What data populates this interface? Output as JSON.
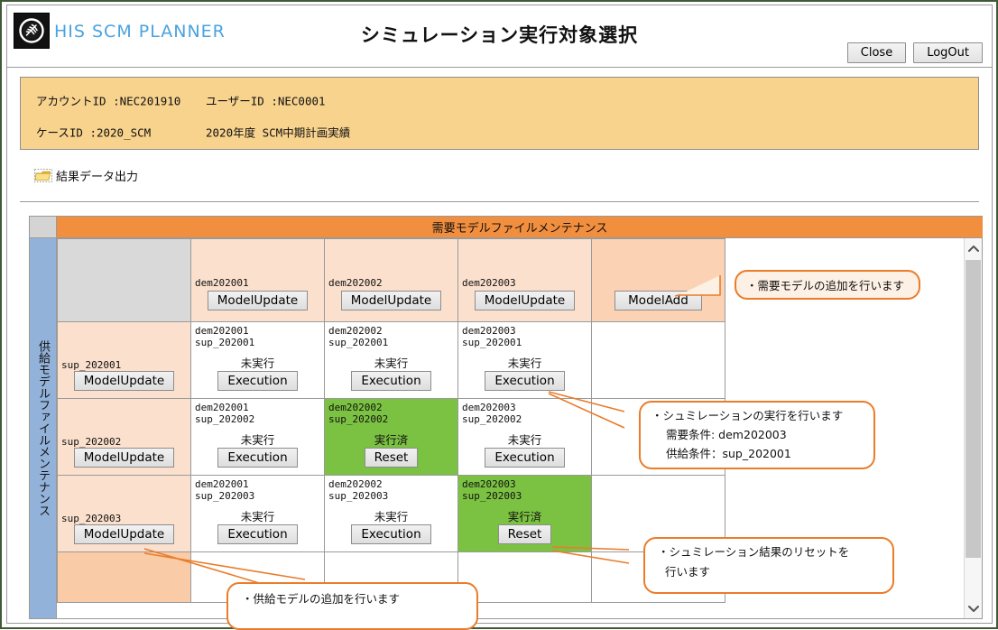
{
  "header": {
    "brand": "HIS SCM PLANNER",
    "logo_icon": "wheat-emblem-icon",
    "title": "シミュレーション実行対象選択",
    "close_label": "Close",
    "logout_label": "LogOut"
  },
  "account": {
    "account_id": "アカウントID :NEC201910",
    "user_id": "ユーザーID :NEC0001",
    "case_id": "ケースID   :2020_SCM",
    "case_name": "2020年度  SCM中期計画実績"
  },
  "toolbar": {
    "output_icon": "folder-icon",
    "output_label": "結果データ出力"
  },
  "grid": {
    "demand_header": "需要モデルファイルメンテナンス",
    "supply_header": "供給モデルファイルメンテナンス",
    "model_update_label": "ModelUpdate",
    "model_add_label": "ModelAdd",
    "execution_label": "Execution",
    "reset_label": "Reset",
    "status_not_run": "未実行",
    "status_done": "実行済",
    "demand_columns": [
      "dem202001",
      "dem202002",
      "dem202003"
    ],
    "supply_rows": [
      "sup_202001",
      "sup_202002",
      "sup_202003"
    ],
    "cells": [
      [
        {
          "dem": "dem202001",
          "sup": "sup_202001",
          "status": "未実行",
          "action": "Execution",
          "done": false
        },
        {
          "dem": "dem202002",
          "sup": "sup_202001",
          "status": "未実行",
          "action": "Execution",
          "done": false
        },
        {
          "dem": "dem202003",
          "sup": "sup_202001",
          "status": "未実行",
          "action": "Execution",
          "done": false
        }
      ],
      [
        {
          "dem": "dem202001",
          "sup": "sup_202002",
          "status": "未実行",
          "action": "Execution",
          "done": false
        },
        {
          "dem": "dem202002",
          "sup": "sup_202002",
          "status": "実行済",
          "action": "Reset",
          "done": true
        },
        {
          "dem": "dem202003",
          "sup": "sup_202002",
          "status": "未実行",
          "action": "Execution",
          "done": false
        }
      ],
      [
        {
          "dem": "dem202001",
          "sup": "sup_202003",
          "status": "未実行",
          "action": "Execution",
          "done": false
        },
        {
          "dem": "dem202002",
          "sup": "sup_202003",
          "status": "未実行",
          "action": "Execution",
          "done": false
        },
        {
          "dem": "dem202003",
          "sup": "sup_202003",
          "status": "実行済",
          "action": "Reset",
          "done": true
        }
      ]
    ]
  },
  "scrollbar": {
    "up_icon": "chevron-up-icon",
    "down_icon": "chevron-down-icon"
  },
  "callouts": {
    "add_demand": "・需要モデルの追加を行います",
    "exec_line1": "・シュミレーションの実行を行います",
    "exec_line2": "需要条件: dem202003",
    "exec_line3": "供給条件：sup_202001",
    "reset_line1": "・シュミレーション結果のリセットを",
    "reset_line2": "行います",
    "add_supply": "・供給モデルの追加を行います"
  },
  "colors": {
    "frame": "#3f5a36",
    "account_bg": "#f8d38d",
    "demand_header_bg": "#f28f3f",
    "supply_header_bg": "#93b2da",
    "cell_peach": "#fbe0cd",
    "cell_peach_dark": "#f9cba7",
    "done_green": "#7cc242",
    "callout_border": "#ea7c2a",
    "brand_blue": "#4aa3df"
  }
}
